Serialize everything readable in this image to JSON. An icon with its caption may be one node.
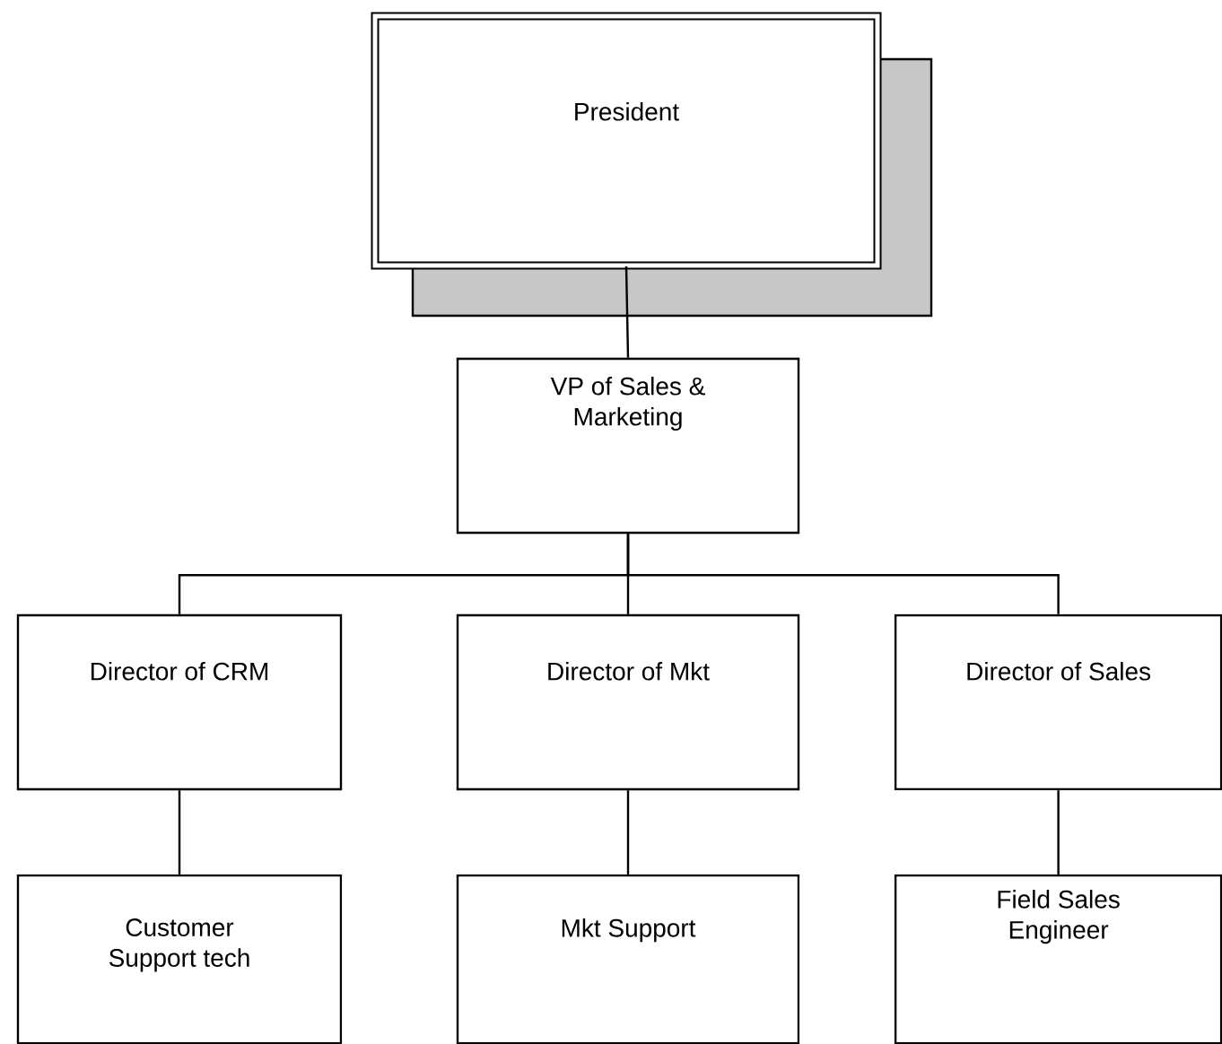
{
  "diagram": {
    "nodes": [
      {
        "text": [
          "President"
        ]
      },
      {
        "text": [
          "VP of Sales & Marketing"
        ]
      },
      {
        "text": [
          "Director of CRM"
        ]
      },
      {
        "text": [
          "Director of Mkt"
        ]
      },
      {
        "text": [
          "Director of Sales"
        ]
      },
      {
        "text": [
          "Customer Support tech"
        ]
      },
      {
        "text": [
          "Mkt Support"
        ]
      },
      {
        "text": [
          "Field Sales Engineer"
        ]
      }
    ],
    "edges": [
      {
        "from": 0,
        "to": 1,
        "arrow": "none"
      },
      {
        "from": 1,
        "to": 2,
        "arrow": "none"
      },
      {
        "from": 1,
        "to": 3,
        "arrow": "none"
      },
      {
        "from": 1,
        "to": 4,
        "arrow": "none"
      },
      {
        "from": 2,
        "to": 5,
        "arrow": "none"
      },
      {
        "from": 3,
        "to": 6,
        "arrow": "none"
      },
      {
        "from": 4,
        "to": 7,
        "arrow": "none"
      }
    ]
  }
}
